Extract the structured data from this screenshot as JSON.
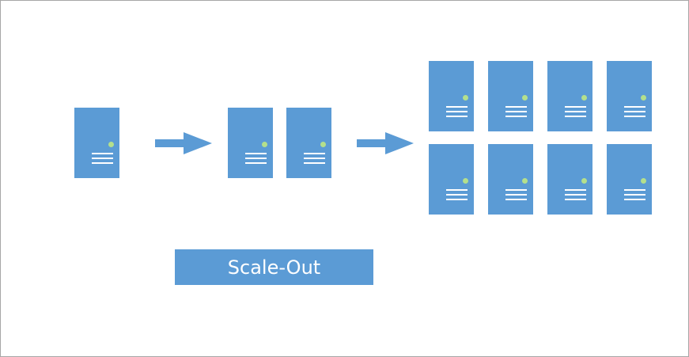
{
  "diagram": {
    "label": "Scale-Out",
    "colors": {
      "server_fill": "#5b9bd5",
      "server_led": "#b4e08c",
      "server_lines": "#ffffff",
      "arrow_fill": "#5b9bd5",
      "label_fill": "#5b9bd5",
      "label_text": "#ffffff",
      "frame_border": "#a6a6a6"
    },
    "stages": [
      {
        "server_count": 1
      },
      {
        "server_count": 2
      },
      {
        "server_count": 8
      }
    ],
    "icons": [
      "server-icon",
      "right-arrow-icon"
    ]
  }
}
